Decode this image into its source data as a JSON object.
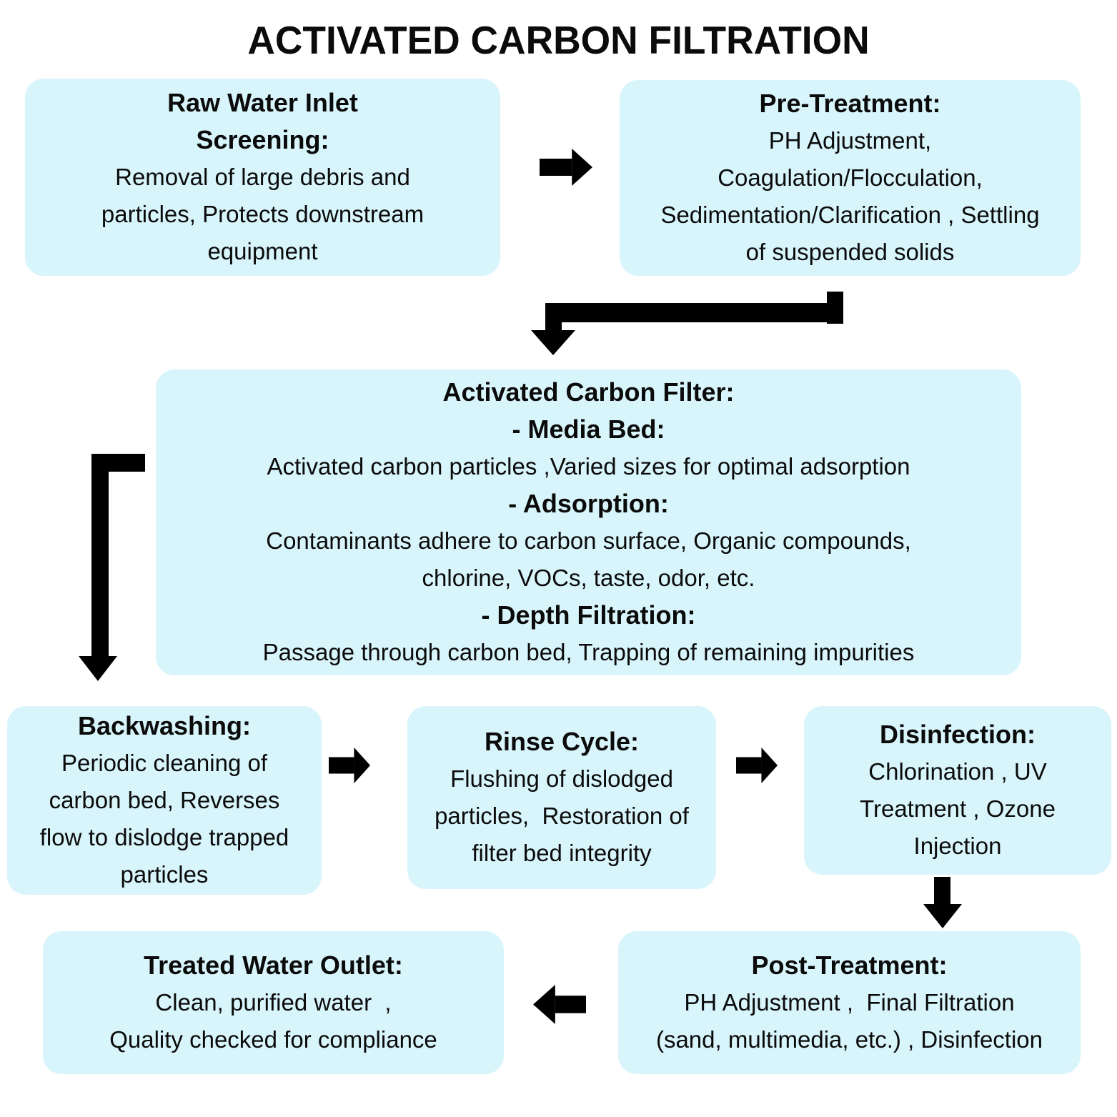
{
  "title": "ACTIVATED CARBON FILTRATION",
  "nodes": {
    "raw_water": {
      "heading": [
        "Raw Water Inlet",
        "Screening:"
      ],
      "body": [
        "Removal of large debris and",
        "particles, Protects downstream",
        "equipment"
      ]
    },
    "pre_treatment": {
      "heading": "Pre-Treatment:",
      "body": [
        "PH Adjustment,",
        "Coagulation/Flocculation,",
        "Sedimentation/Clarification , Settling",
        "of suspended solids"
      ]
    },
    "carbon_filter": {
      "heading": "Activated Carbon Filter:",
      "media_bed_label": "- Media Bed:",
      "media_bed_text": "Activated carbon particles ,Varied sizes for optimal adsorption",
      "adsorption_label": "- Adsorption:",
      "adsorption_text": [
        "Contaminants adhere to carbon surface, Organic compounds,",
        "chlorine, VOCs, taste, odor, etc."
      ],
      "depth_label": "- Depth Filtration:",
      "depth_text": "Passage through carbon bed, Trapping of remaining impurities"
    },
    "backwashing": {
      "heading": "Backwashing:",
      "body": [
        "Periodic cleaning of",
        "carbon bed, Reverses",
        "flow to dislodge trapped",
        "particles"
      ]
    },
    "rinse_cycle": {
      "heading": "Rinse Cycle:",
      "body": [
        "Flushing of dislodged",
        "particles,  Restoration of",
        "filter bed integrity"
      ]
    },
    "disinfection": {
      "heading": "Disinfection:",
      "body": [
        "Chlorination , UV",
        "Treatment , Ozone",
        "Injection"
      ]
    },
    "treated_water": {
      "heading": "Treated Water Outlet:",
      "body": [
        "Clean, purified water  ,",
        "Quality checked for compliance"
      ]
    },
    "post_treatment": {
      "heading": "Post-Treatment:",
      "body": [
        "PH Adjustment ,  Final Filtration",
        "(sand, multimedia, etc.) , Disinfection"
      ]
    }
  },
  "flow": [
    {
      "from": "Raw Water Inlet Screening",
      "to": "Pre-Treatment",
      "direction": "right"
    },
    {
      "from": "Pre-Treatment",
      "to": "Activated Carbon Filter",
      "direction": "down-elbow"
    },
    {
      "from": "Activated Carbon Filter",
      "to": "Backwashing",
      "direction": "down-elbow"
    },
    {
      "from": "Backwashing",
      "to": "Rinse Cycle",
      "direction": "right"
    },
    {
      "from": "Rinse Cycle",
      "to": "Disinfection",
      "direction": "right"
    },
    {
      "from": "Disinfection",
      "to": "Post-Treatment",
      "direction": "down"
    },
    {
      "from": "Post-Treatment",
      "to": "Treated Water Outlet",
      "direction": "left"
    }
  ],
  "colors": {
    "box_fill": "#d8f5fc",
    "arrow": "#000000",
    "text": "#0b0b0b",
    "background": "#ffffff"
  }
}
